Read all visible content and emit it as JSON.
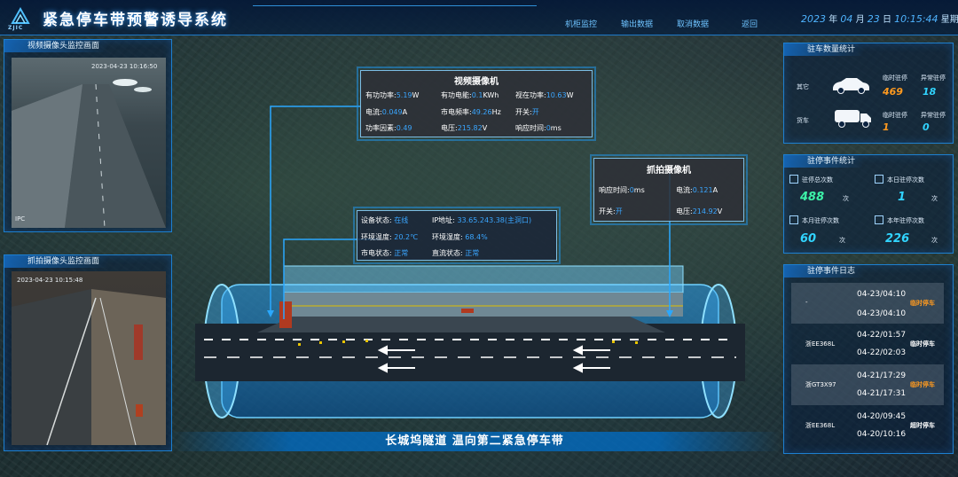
{
  "header": {
    "logo_text": "ZJIC",
    "title": "紧急停车带预警诱导系统",
    "nav": [
      "机柜监控",
      "输出数据",
      "取消数据",
      "返回"
    ],
    "date": {
      "year": "2023",
      "y_unit": "年",
      "month": "04",
      "m_unit": "月",
      "day": "23",
      "d_unit": "日",
      "time": "10:15:44",
      "weekday": "星期日"
    }
  },
  "video_cam": {
    "panel_title": "视频摄像头监控画面",
    "timestamp": "2023-04-23 10:16:50",
    "label": "IPC"
  },
  "capture_cam": {
    "panel_title": "抓拍摄像头监控画面",
    "timestamp": "2023-04-23 10:15:48"
  },
  "video_info": {
    "title": "视频摄像机",
    "rows": [
      [
        {
          "k": "有功功率:",
          "v": "5.19",
          "u": "W"
        },
        {
          "k": "有功电能:",
          "v": "0.1",
          "u": "KWh"
        },
        {
          "k": "视在功率:",
          "v": "10.63",
          "u": "W"
        }
      ],
      [
        {
          "k": "电流:",
          "v": "0.049",
          "u": "A"
        },
        {
          "k": "市电频率:",
          "v": "49.26",
          "u": "Hz"
        },
        {
          "k": "开关:",
          "v": "开",
          "u": ""
        }
      ],
      [
        {
          "k": "功率因素:",
          "v": "0.49",
          "u": ""
        },
        {
          "k": "电压:",
          "v": "215.82",
          "u": "V"
        },
        {
          "k": "响应时间:",
          "v": "0",
          "u": "ms"
        }
      ]
    ]
  },
  "capture_info": {
    "title": "抓拍摄像机",
    "rows": [
      [
        {
          "k": "响应时间:",
          "v": "0",
          "u": "ms"
        },
        {
          "k": "电流:",
          "v": "0.121",
          "u": "A"
        }
      ],
      [
        {
          "k": "开关:",
          "v": "开",
          "u": ""
        },
        {
          "k": "电压:",
          "v": "214.92",
          "u": "V"
        }
      ]
    ]
  },
  "device_info": {
    "rows": [
      [
        {
          "k": "设备状态:",
          "v": "在线"
        },
        {
          "k": "IP地址:",
          "v": "33.65.243.38(主洞口)"
        }
      ],
      [
        {
          "k": "环境温度:",
          "v": "20.2℃"
        },
        {
          "k": "环境湿度:",
          "v": "68.4%"
        }
      ],
      [
        {
          "k": "市电状态:",
          "v": "正常"
        },
        {
          "k": "直流状态:",
          "v": "正常"
        }
      ]
    ]
  },
  "parking_stats": {
    "title": "驻车数量统计",
    "col_temp": "临时驻停",
    "col_abnormal": "异常驻停",
    "car": {
      "label": "其它",
      "temp": "469",
      "abnormal": "18"
    },
    "truck": {
      "label": "货车",
      "temp": "1",
      "abnormal": "0"
    }
  },
  "event_stats": {
    "title": "驻停事件统计",
    "items": [
      {
        "label": "驻停总次数",
        "value": "488",
        "unit": "次"
      },
      {
        "label": "本日驻停次数",
        "value": "1",
        "unit": "次"
      },
      {
        "label": "本月驻停次数",
        "value": "60",
        "unit": "次"
      },
      {
        "label": "本年驻停次数",
        "value": "226",
        "unit": "次"
      }
    ]
  },
  "event_log": {
    "title": "驻停事件日志",
    "rows": [
      {
        "plate": "-",
        "start": "04-23/04:10",
        "end": "04-23/04:10",
        "tag": "临时停车",
        "tag_color": "orange"
      },
      {
        "plate": "浙EE368L",
        "start": "04-22/01:57",
        "end": "04-22/02:03",
        "tag": "临时停车",
        "tag_color": "white"
      },
      {
        "plate": "浙GT3X97",
        "start": "04-21/17:29",
        "end": "04-21/17:31",
        "tag": "临时停车",
        "tag_color": "orange"
      },
      {
        "plate": "浙EE368L",
        "start": "04-20/09:45",
        "end": "04-20/10:16",
        "tag": "超时停车",
        "tag_color": "white"
      }
    ]
  },
  "banner": "长城坞隧道 温向第二紧急停车带",
  "colors": {
    "accent": "#1d7fd0",
    "value_blue": "#3aa6ff",
    "warning": "#ff9a1f",
    "stat_green": "#3df2a8"
  }
}
